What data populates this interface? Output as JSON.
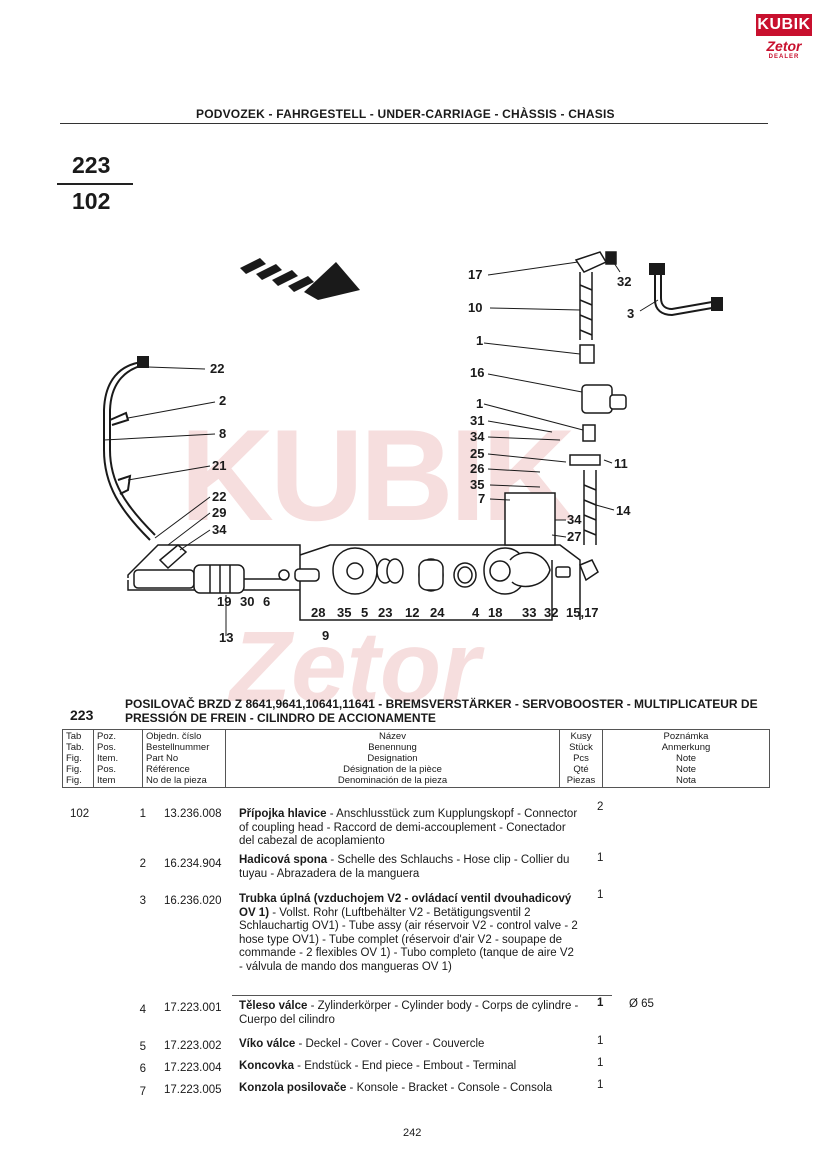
{
  "brand": {
    "logo_top": "KUBIK",
    "logo_bottom": "Zetor",
    "logo_tag": "DEALER"
  },
  "header": {
    "section": "PODVOZEK - FAHRGESTELL - UNDER-CARRIAGE - CHÀSSIS - CHASIS"
  },
  "tab": {
    "number": "223",
    "figure": "102"
  },
  "diagram": {
    "callouts": [
      "17",
      "32",
      "3",
      "10",
      "1",
      "16",
      "22",
      "2",
      "8",
      "21",
      "1",
      "31",
      "34",
      "25",
      "11",
      "26",
      "35",
      "7",
      "14",
      "22",
      "29",
      "34",
      "34",
      "27",
      "19",
      "30",
      "6",
      "28",
      "35",
      "5",
      "23",
      "12",
      "24",
      "4",
      "18",
      "33",
      "32",
      "15,17",
      "13",
      "9"
    ]
  },
  "table_title": {
    "number": "223",
    "text": "POSILOVAČ BRZD Z 8641,9641,10641,11641 - BREMSVERSTÄRKER - SERVOBOOSTER - MULTIPLICATEUR DE PRESSIÓN DE FREIN - CILINDRO DE ACCIONAMENTE"
  },
  "columns": {
    "tab": [
      "Tab",
      "Tab.",
      "Fig.",
      "Fig.",
      "Fig."
    ],
    "poz": [
      "Poz.",
      "Pos.",
      "Item.",
      "Pos.",
      "Item"
    ],
    "obj": [
      "Objedn. číslo",
      "Bestellnummer",
      "Part No",
      "Référence",
      "No de la pieza"
    ],
    "naz": [
      "Název",
      "Benennung",
      "Designation",
      "Désignation de la pièce",
      "Denominación de la pieza"
    ],
    "kus": [
      "Kusy",
      "Stück",
      "Pcs",
      "Qté",
      "Piezas"
    ],
    "pozn": [
      "Poznámka",
      "Anmerkung",
      "Note",
      "Note",
      "Nota"
    ]
  },
  "rows": [
    {
      "tab": "102",
      "poz": "1",
      "part": "13.236.008",
      "bold": "Přípojka hlavice",
      "rest": " - Anschlusstück zum Kupplungskopf - Connector of coupling head - Raccord de demi-accouplement - Conectador del cabezal de acoplamiento",
      "qty": "2",
      "note": ""
    },
    {
      "tab": "",
      "poz": "2",
      "part": "16.234.904",
      "bold": "Hadicová spona",
      "rest": " - Schelle des Schlauchs - Hose clip - Collier du tuyau - Abrazadera de la manguera",
      "qty": "1",
      "note": ""
    },
    {
      "tab": "",
      "poz": "3",
      "part": "16.236.020",
      "bold": "Trubka úplná (vzduchojem V2 - ovládací ventil dvouhadicový OV 1)",
      "rest": " - Vollst. Rohr (Luftbehälter V2 - Betätigungsventil 2 Schlauchartig OV1) - Tube assy (air réservoir V2 - control valve - 2 hose type OV1) - Tube complet (réservoir d'air V2 - soupape de commande - 2 flexibles OV 1) - Tubo completo (tanque de aire V2 - válvula de mando dos mangueras OV 1)",
      "qty": "1",
      "note": ""
    },
    {
      "tab": "",
      "poz": "4",
      "part": "17.223.001",
      "bold": "Těleso válce",
      "rest": " - Zylinderkörper - Cylinder body - Corps de cylindre - Cuerpo del cilindro",
      "qty": "1",
      "note": "Ø 65"
    },
    {
      "tab": "",
      "poz": "5",
      "part": "17.223.002",
      "bold": "Víko válce",
      "rest": " - Deckel - Cover - Cover - Couvercle",
      "qty": "1",
      "note": ""
    },
    {
      "tab": "",
      "poz": "6",
      "part": "17.223.004",
      "bold": "Koncovka",
      "rest": " - Endstück - End piece - Embout - Terminal",
      "qty": "1",
      "note": ""
    },
    {
      "tab": "",
      "poz": "7",
      "part": "17.223.005",
      "bold": "Konzola posilovače",
      "rest": " - Konsole - Bracket - Console - Consola",
      "qty": "1",
      "note": ""
    }
  ],
  "footer": {
    "page": "242"
  }
}
